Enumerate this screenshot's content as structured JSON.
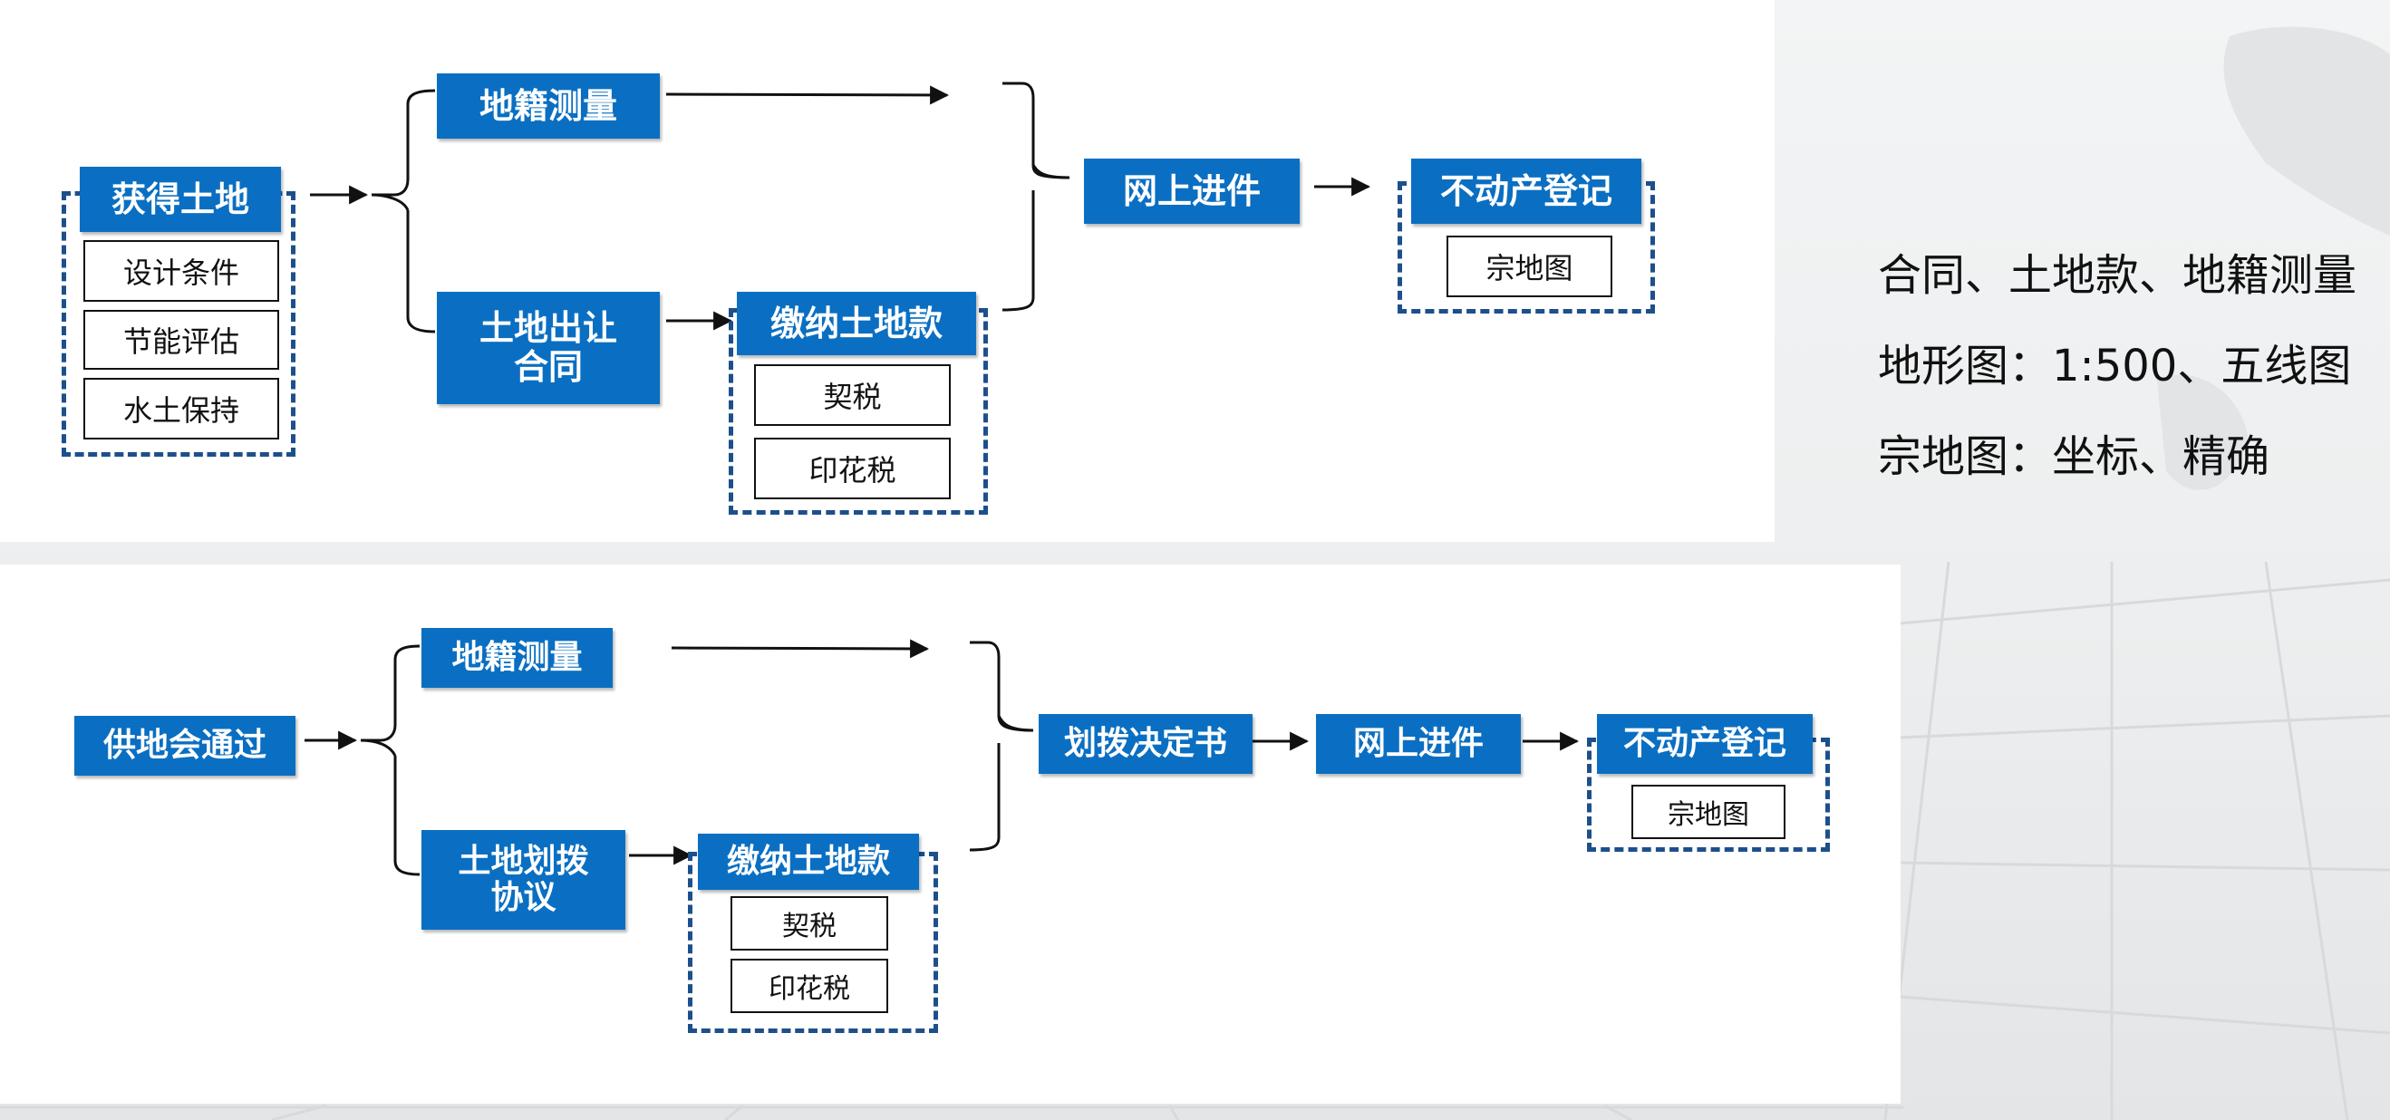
{
  "top_flow": {
    "obtain_land": "获得土地",
    "design_conditions": "设计条件",
    "energy_assessment": "节能评估",
    "soil_conservation": "水土保持",
    "cadastral_survey": "地籍测量",
    "transfer_contract": "土地出让\n合同",
    "pay_land_fee": "缴纳土地款",
    "deed_tax": "契税",
    "stamp_tax": "印花税",
    "online_submission": "网上进件",
    "property_registration": "不动产登记",
    "parcel_map": "宗地图"
  },
  "bottom_flow": {
    "committee_approval": "供地会通过",
    "cadastral_survey": "地籍测量",
    "allocation_agreement": "土地划拨\n协议",
    "pay_land_fee": "缴纳土地款",
    "deed_tax": "契税",
    "stamp_tax": "印花税",
    "allocation_decision": "划拨决定书",
    "online_submission": "网上进件",
    "property_registration": "不动产登记",
    "parcel_map": "宗地图"
  },
  "notes": [
    "合同、土地款、地籍测量",
    "地形图：1:500、五线图",
    "宗地图：坐标、精确"
  ],
  "colors": {
    "box_fill": "#0a6fc2",
    "dash_border": "#1d4f8c",
    "connector": "#111111"
  }
}
